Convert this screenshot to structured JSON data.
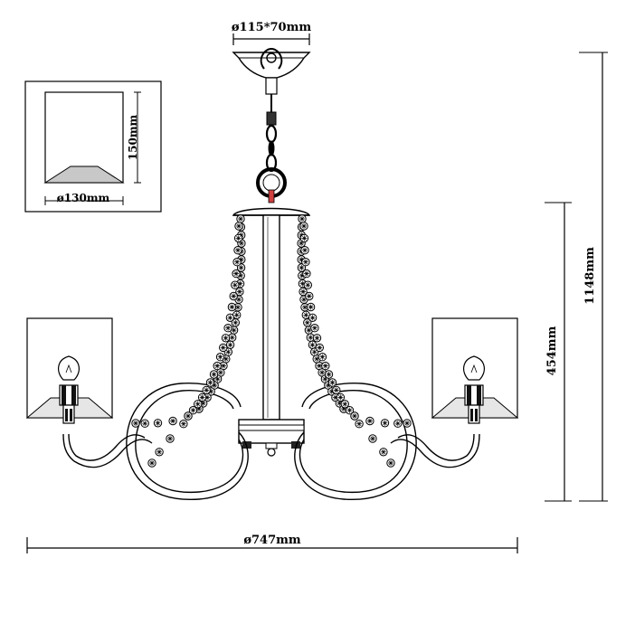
{
  "dimensions": {
    "canopy": "ø115*70mm",
    "shade_height": "150mm",
    "shade_diameter": "ø130mm",
    "fixture_height": "454mm",
    "total_height": "1148mm",
    "overall_width": "ø747mm"
  },
  "colors": {
    "line": "#000000",
    "background": "#ffffff",
    "shade_shading": "#c8c8c8",
    "accent": "#d04040"
  },
  "icons": [
    "chandelier-drawing",
    "lampshade-detail",
    "bulb-icon",
    "crystal-bead-icon"
  ]
}
